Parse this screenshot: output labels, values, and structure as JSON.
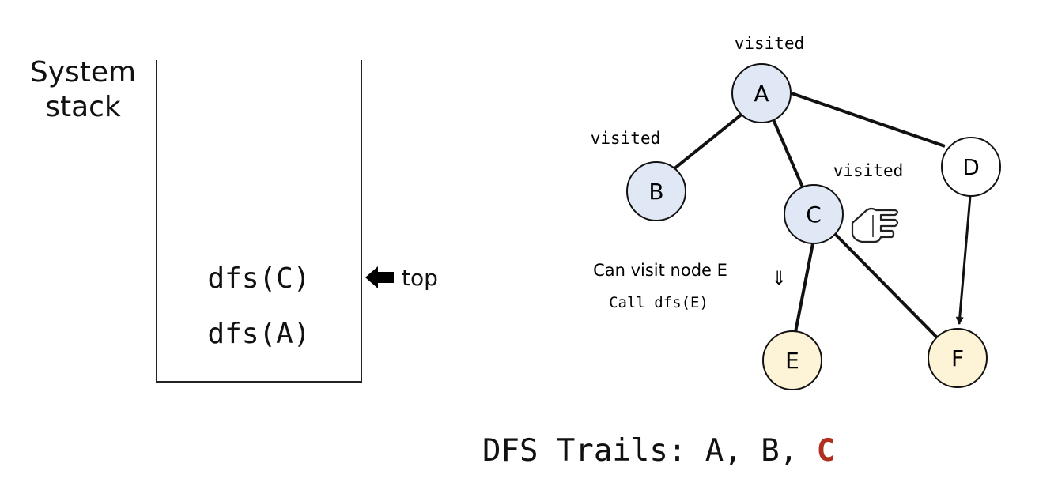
{
  "stack": {
    "label_line1": "System",
    "label_line2": "stack",
    "frames": [
      "dfs(C)",
      "dfs(A)"
    ],
    "top_label": "top"
  },
  "graph": {
    "nodes": [
      {
        "id": "A",
        "label": "A",
        "state": "visited",
        "visited_label": "visited"
      },
      {
        "id": "B",
        "label": "B",
        "state": "visited",
        "visited_label": "visited"
      },
      {
        "id": "C",
        "label": "C",
        "state": "visited",
        "visited_label": "visited"
      },
      {
        "id": "D",
        "label": "D",
        "state": "unvisited"
      },
      {
        "id": "E",
        "label": "E",
        "state": "frontier"
      },
      {
        "id": "F",
        "label": "F",
        "state": "frontier"
      }
    ],
    "edges": [
      {
        "from": "A",
        "to": "B",
        "directed": false
      },
      {
        "from": "A",
        "to": "C",
        "directed": false
      },
      {
        "from": "A",
        "to": "D",
        "directed": false
      },
      {
        "from": "C",
        "to": "E",
        "directed": false
      },
      {
        "from": "C",
        "to": "F",
        "directed": false
      },
      {
        "from": "D",
        "to": "F",
        "directed": true
      }
    ],
    "pointer_icon": "pointing-hand-icon",
    "note": {
      "line1": "Can visit node E",
      "line2": "Call dfs(E)",
      "arrow_glyph": "⇓"
    }
  },
  "trail": {
    "prefix": "DFS Trails: ",
    "items": "A, B, ",
    "current": "C"
  },
  "colors": {
    "visited_fill": "#dfe8f4",
    "frontier_fill": "#fdf3d6",
    "unvisited_fill": "#ffffff",
    "stroke": "#111111",
    "current_trail": "#b03020"
  }
}
